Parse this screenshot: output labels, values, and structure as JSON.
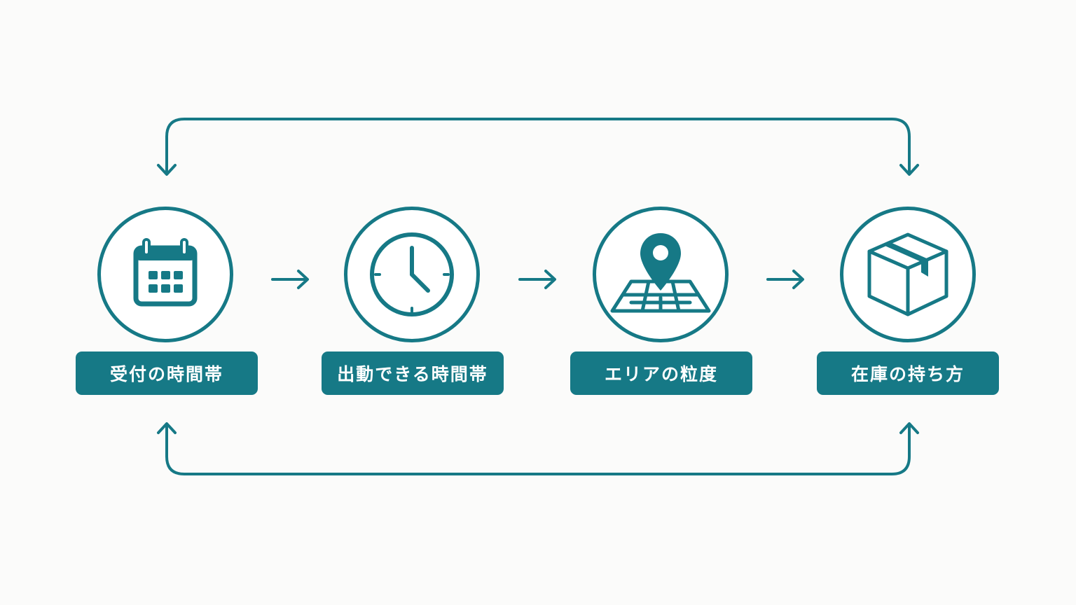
{
  "colors": {
    "primary": "#167986",
    "background": "#fbfbfa",
    "label_text": "#ffffff"
  },
  "nodes": [
    {
      "label": "受付の時間帯",
      "icon": "calendar-icon"
    },
    {
      "label": "出動できる時間帯",
      "icon": "clock-icon"
    },
    {
      "label": "エリアの粒度",
      "icon": "map-pin-icon"
    },
    {
      "label": "在庫の持ち方",
      "icon": "package-box-icon"
    }
  ],
  "connectors": {
    "sequence_arrows": 3,
    "top_loop": "bidirectional",
    "bottom_loop": "bidirectional"
  }
}
